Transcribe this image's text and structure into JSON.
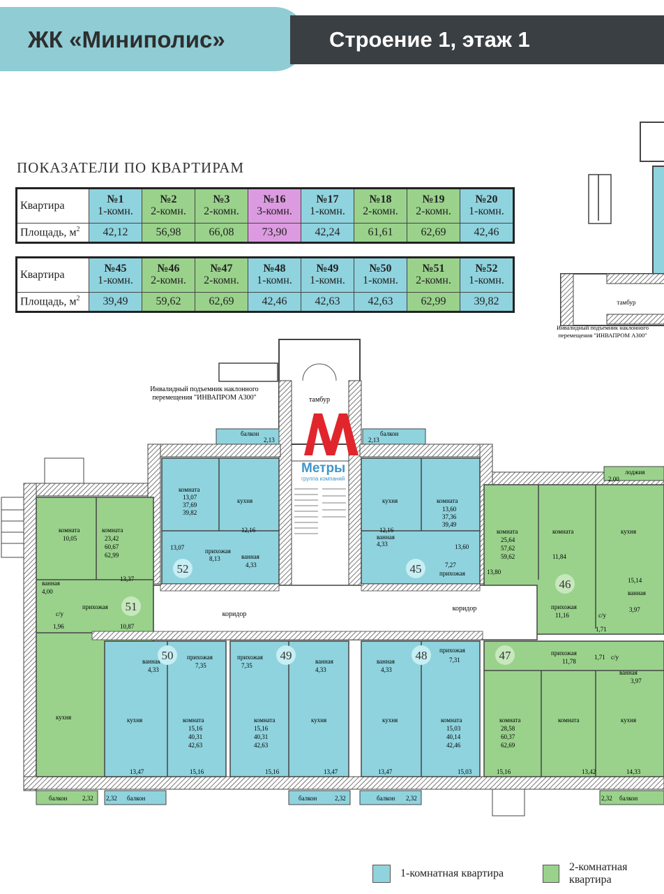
{
  "header": {
    "complex": "ЖК «Миниполис»",
    "building": "Строение 1, этаж 1"
  },
  "table_title": "ПОКАЗАТЕЛИ ПО КВАРТИРАМ",
  "row_label_apt": "Квартира",
  "row_label_area": "Площадь, м",
  "area_sup": "2",
  "colors": {
    "one_room": "#8fd3de",
    "two_room": "#9ad28c",
    "three_room": "#dc9be0"
  },
  "tables": [
    {
      "apartments": [
        {
          "num": "№1",
          "type": "1-комн.",
          "area": "42,12",
          "rooms": 1
        },
        {
          "num": "№2",
          "type": "2-комн.",
          "area": "56,98",
          "rooms": 2
        },
        {
          "num": "№3",
          "type": "2-комн.",
          "area": "66,08",
          "rooms": 2
        },
        {
          "num": "№16",
          "type": "3-комн.",
          "area": "73,90",
          "rooms": 3
        },
        {
          "num": "№17",
          "type": "1-комн.",
          "area": "42,24",
          "rooms": 1
        },
        {
          "num": "№18",
          "type": "2-комн.",
          "area": "61,61",
          "rooms": 2
        },
        {
          "num": "№19",
          "type": "2-комн.",
          "area": "62,69",
          "rooms": 2
        },
        {
          "num": "№20",
          "type": "1-комн.",
          "area": "42,46",
          "rooms": 1
        }
      ]
    },
    {
      "apartments": [
        {
          "num": "№45",
          "type": "1-комн.",
          "area": "39,49",
          "rooms": 1
        },
        {
          "num": "№46",
          "type": "2-комн.",
          "area": "59,62",
          "rooms": 2
        },
        {
          "num": "№47",
          "type": "2-комн.",
          "area": "62,69",
          "rooms": 2
        },
        {
          "num": "№48",
          "type": "1-комн.",
          "area": "42,46",
          "rooms": 1
        },
        {
          "num": "№49",
          "type": "1-комн.",
          "area": "42,63",
          "rooms": 1
        },
        {
          "num": "№50",
          "type": "1-комн.",
          "area": "42,63",
          "rooms": 1
        },
        {
          "num": "№51",
          "type": "2-комн.",
          "area": "62,99",
          "rooms": 2
        },
        {
          "num": "№52",
          "type": "1-комн.",
          "area": "39,82",
          "rooms": 1
        }
      ]
    }
  ],
  "plan_labels": {
    "lift_note_1": "Инвалидный подъемник наклонного",
    "lift_note_2": "перемещения \"ИНВАПРОМ А300\"",
    "vestibule": "тамбур",
    "corridor": "коридор",
    "balcony": "балкон",
    "loggia": "лоджия",
    "room": "комната",
    "kitchen": "кухня",
    "hall": "прихожая",
    "bath": "ванная",
    "wc": "с/у"
  },
  "plan_apartments": [
    {
      "num": "52",
      "rooms": 1
    },
    {
      "num": "45",
      "rooms": 1
    },
    {
      "num": "51",
      "rooms": 2
    },
    {
      "num": "46",
      "rooms": 2
    },
    {
      "num": "50",
      "rooms": 1
    },
    {
      "num": "49",
      "rooms": 1
    },
    {
      "num": "48",
      "rooms": 1
    },
    {
      "num": "47",
      "rooms": 2
    }
  ],
  "room_areas": {
    "a52_room": "13,07",
    "a52_total": "37,69",
    "a52_live": "39,82",
    "a52_kitchen": "12,16",
    "a52_hall": "8,13",
    "a52_bath": "4,33",
    "a52_r2": "13,07",
    "a45_room": "13,60",
    "a45_total": "37,36",
    "a45_live": "39,49",
    "a45_kitchen": "12,16",
    "a45_bath": "4,33",
    "a45_hall": "7,27",
    "a45_r2": "13,60",
    "a51_room": "10,05",
    "a51_r2": "23,42",
    "a51_total": "60,67",
    "a51_live": "62,99",
    "a51_bath": "4,00",
    "a51_wc": "1,96",
    "a51_hall": "10,87",
    "a51_k": "13,37",
    "a46_room": "25,64",
    "a46_total": "57,62",
    "a46_live": "59,62",
    "a46_r2": "11,84",
    "a46_r1": "13,80",
    "a46_hall": "11,16",
    "a46_wc": "3,97",
    "a46_k": "15,14",
    "a46_wc2": "1,71",
    "a46_loggia": "2,00",
    "a50_bath": "4,33",
    "a50_hall": "7,35",
    "a50_room": "15,16",
    "a50_total": "40,31",
    "a50_live": "42,63",
    "a50_k": "13,47",
    "a50_r": "15,16",
    "a49_hall": "7,35",
    "a49_bath": "4,33",
    "a49_room": "15,16",
    "a49_total": "40,31",
    "a49_live": "42,63",
    "a49_k": "13,47",
    "a49_r": "15,16",
    "a48_bath": "4,33",
    "a48_hall": "7,31",
    "a48_room": "15,03",
    "a48_total": "40,14",
    "a48_live": "42,46",
    "a48_k": "13,47",
    "a48_r": "15,03",
    "a47_hall": "11,78",
    "a47_room": "28,58",
    "a47_total": "60,37",
    "a47_live": "62,69",
    "a47_bath": "3,97",
    "a47_wc": "1,71",
    "a47_r": "15,16",
    "a47_r2": "13,42",
    "a47_k": "14,33",
    "bal_1": "2,13",
    "bal_2": "2,13",
    "bal_3": "2,32",
    "bal_4": "2,32",
    "bal_5": "2,32",
    "bal_6": "2,32",
    "bal_7": "2,32"
  },
  "logo": {
    "brand": "Метры",
    "tagline": "группа компаний"
  },
  "legend": [
    {
      "label": "1-комнатная квартира",
      "color": "#8fd3de"
    },
    {
      "label": "2-комнатная квартира",
      "color": "#9ad28c"
    }
  ]
}
